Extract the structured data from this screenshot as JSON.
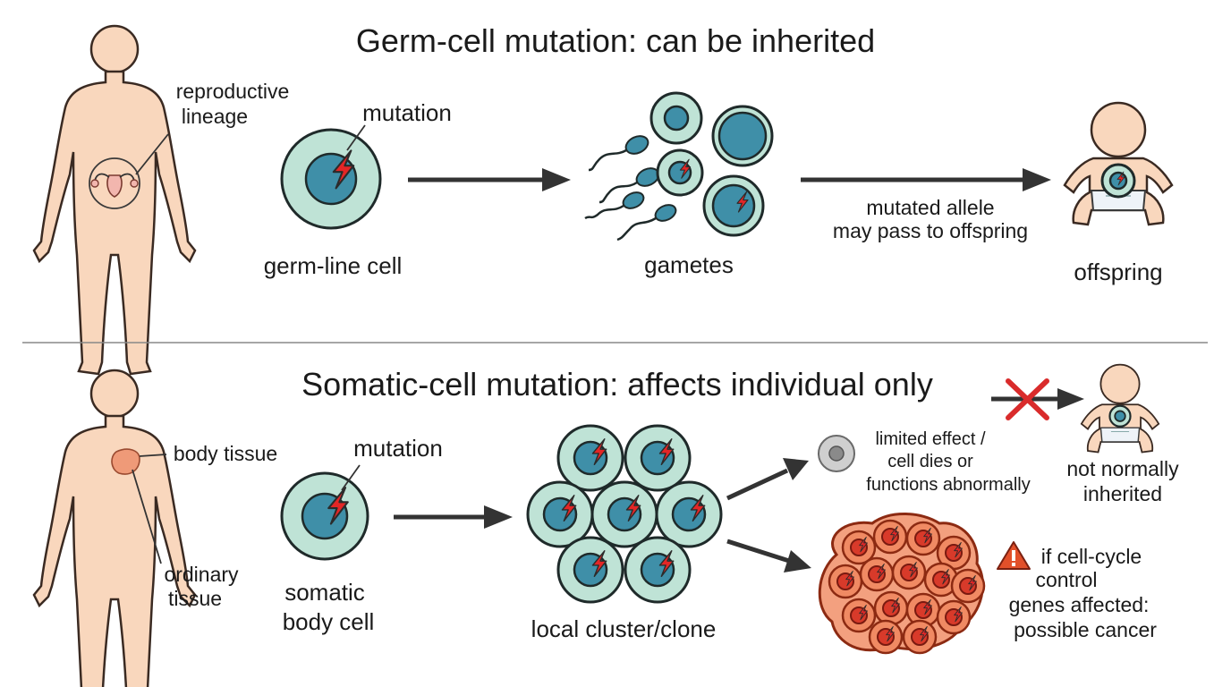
{
  "germ": {
    "title": "Germ-cell mutation: can be inherited",
    "reproductive_label_1": "reproductive",
    "reproductive_label_2": "lineage",
    "mutation_label": "mutation",
    "germline_cell_label": "germ-line cell",
    "gametes_label": "gametes",
    "pass_label_1": "mutated allele",
    "pass_label_2": "may pass to offspring",
    "offspring_label": "offspring"
  },
  "somatic": {
    "title": "Somatic-cell mutation: affects individual only",
    "body_tissue_label": "body tissue",
    "ordinary_label_1": "ordinary",
    "ordinary_label_2": "tissue",
    "mutation_label": "mutation",
    "somatic_label_1": "somatic",
    "somatic_label_2": "body cell",
    "cluster_label": "local cluster/clone",
    "limited_label_1": "limited effect /",
    "limited_label_2": "cell dies or",
    "limited_label_3": "functions abnormally",
    "not_inherited_1": "not normally",
    "not_inherited_2": "inherited",
    "cancer_label_1": "if cell-cycle",
    "cancer_label_2": "control",
    "cancer_label_3": "genes affected:",
    "cancer_label_4": "possible cancer"
  },
  "colors": {
    "cell_outer": "#bfe3d6",
    "cell_nucleus": "#3f8fa8",
    "mutation_bolt": "#e32626",
    "cancer_outer": "#f08a63",
    "cancer_nucleus": "#d83a2a",
    "skin": "#f9d7bd",
    "blocked_cross": "#d92b2b",
    "warning": "#e2502a"
  },
  "icons": [
    "mutation-bolt-icon",
    "blocked-cross-icon",
    "warning-icon"
  ]
}
